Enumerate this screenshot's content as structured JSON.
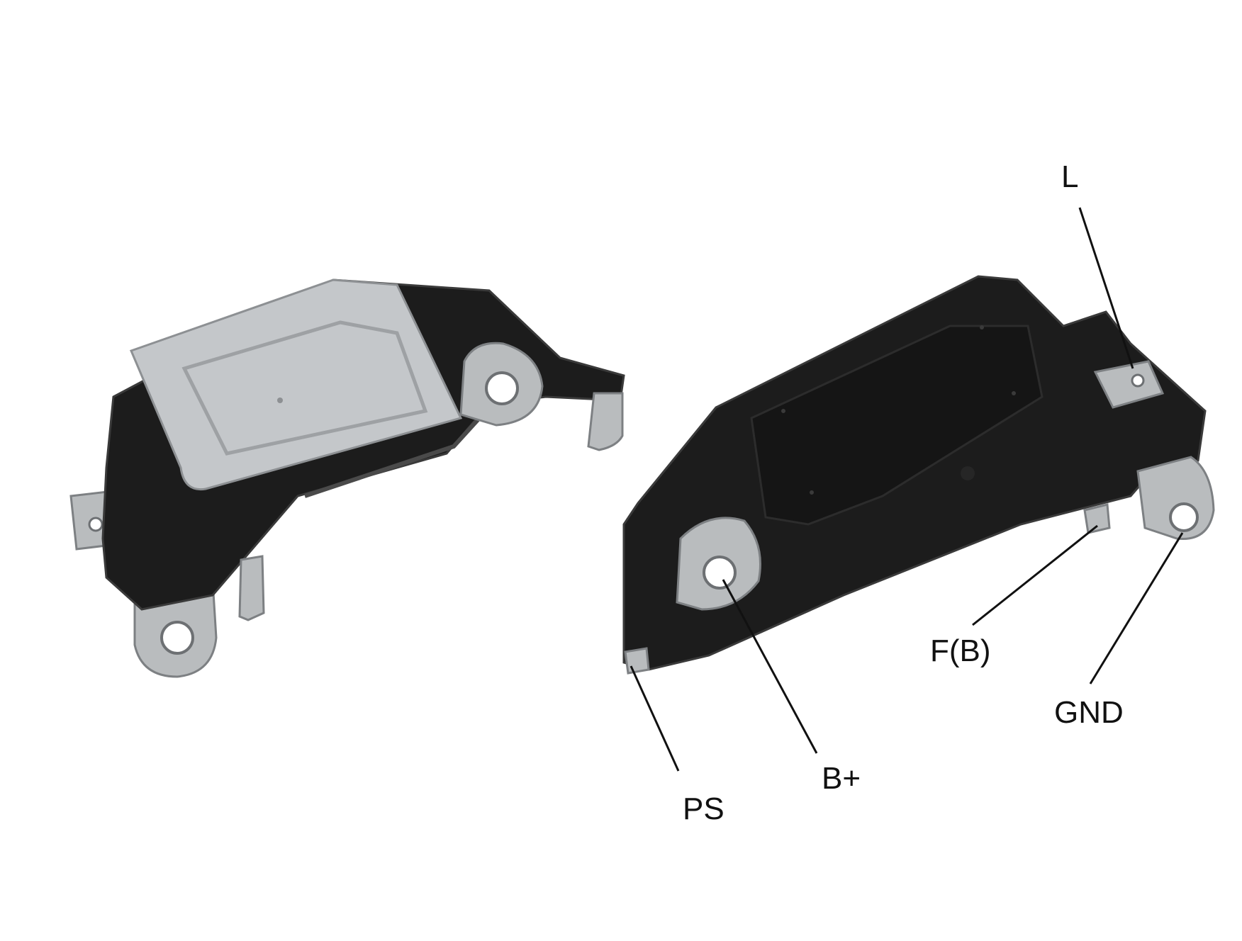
{
  "colors": {
    "background": "#ffffff",
    "housing": "#1c1c1c",
    "housing_edge": "#3a3a3a",
    "metal": "#b9bcbe",
    "metal_dark": "#8d9093",
    "lid": "#c4c7ca",
    "leader_line": "#111111",
    "label_text": "#111111"
  },
  "products": [
    {
      "id": "regulator-back-view",
      "description_icon": "voltage-regulator-icon"
    },
    {
      "id": "regulator-front-view",
      "description_icon": "voltage-regulator-icon"
    }
  ],
  "terminals": {
    "l": "L",
    "fb": "F(B)",
    "gnd": "GND",
    "bplus": "B+",
    "ps": "PS"
  }
}
